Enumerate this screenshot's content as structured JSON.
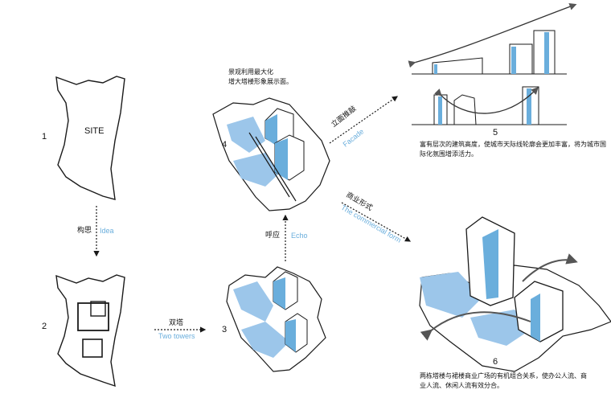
{
  "steps": [
    {
      "number": "1"
    },
    {
      "number": "2"
    },
    {
      "number": "3"
    },
    {
      "number": "4"
    },
    {
      "number": "5"
    },
    {
      "number": "6"
    }
  ],
  "site_label": "SITE",
  "arrows": {
    "idea": {
      "cn": "构思",
      "en": "Idea"
    },
    "two_towers": {
      "cn": "双塔",
      "en": "Two towers"
    },
    "echo": {
      "cn": "呼应",
      "en": "Echo"
    },
    "facade": {
      "cn": "立面推敲",
      "en": "Facade"
    },
    "commercial": {
      "cn": "商业形式",
      "en": "The commercial form"
    }
  },
  "notes": {
    "step4": "景观利用最大化\n增大塔楼形象展示面。",
    "step5": "富有层次的建筑高度，使城市天际线轮廓会更加丰富，将为城市国际化氛围增添活力。",
    "step6": "两栋塔楼与裙楼商业广场的有机组合关系，使办公人流、商业人流、休闲人流有效分合。"
  },
  "colors": {
    "accent_blue": "#6aaedc",
    "shadow_blue": "#9cc6ea",
    "line": "#1a1a1a"
  }
}
